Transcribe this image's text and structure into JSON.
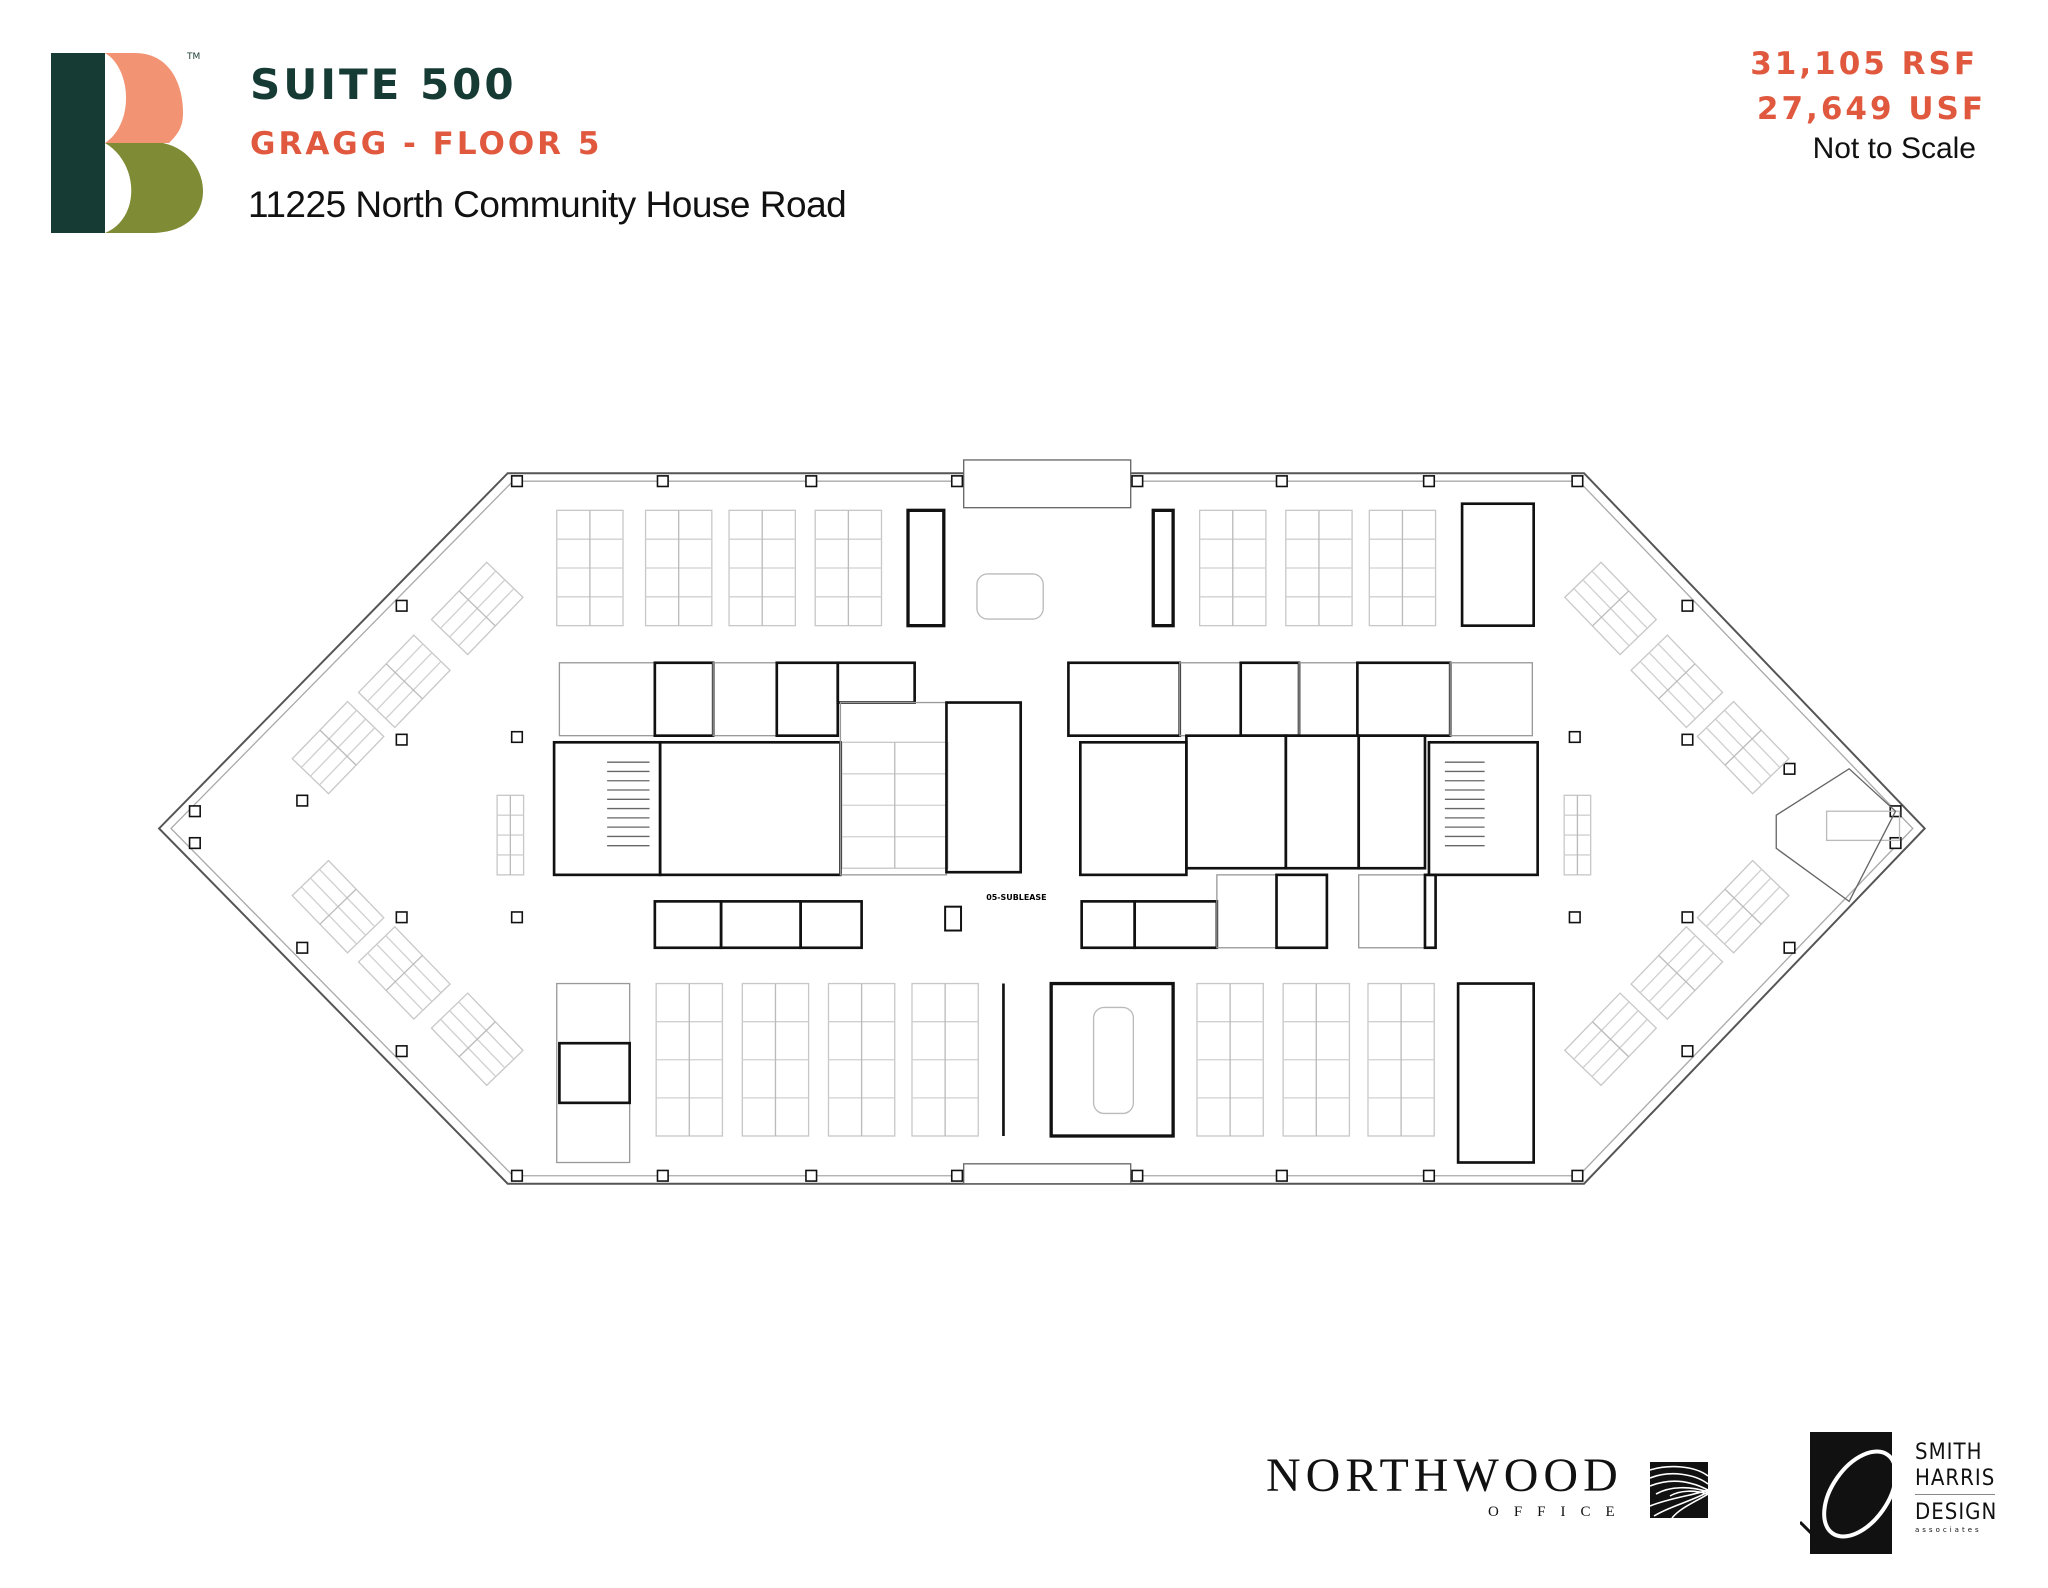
{
  "header": {
    "logo_letter": "B",
    "logo_tm": "TM",
    "suite": "SUITE 500",
    "building_floor": "GRAGG - FLOOR 5",
    "address": "11225 North Community House Road"
  },
  "area": {
    "rsf": "31,105 RSF",
    "usf": "27,649 USF",
    "scale_note": "Not to Scale"
  },
  "floor_plan": {
    "sublease_label": "05-SUBLEASE"
  },
  "footer": {
    "northwood_name": "NORTHWOOD",
    "northwood_sub": "OFFICE",
    "smith": "SMITH",
    "harris": "HARRIS",
    "design": "DESIGN",
    "associates": "associates"
  },
  "colors": {
    "dark_green": "#163b35",
    "salmon": "#f29373",
    "olive": "#7f8b35",
    "accent_red": "#e0593f"
  }
}
